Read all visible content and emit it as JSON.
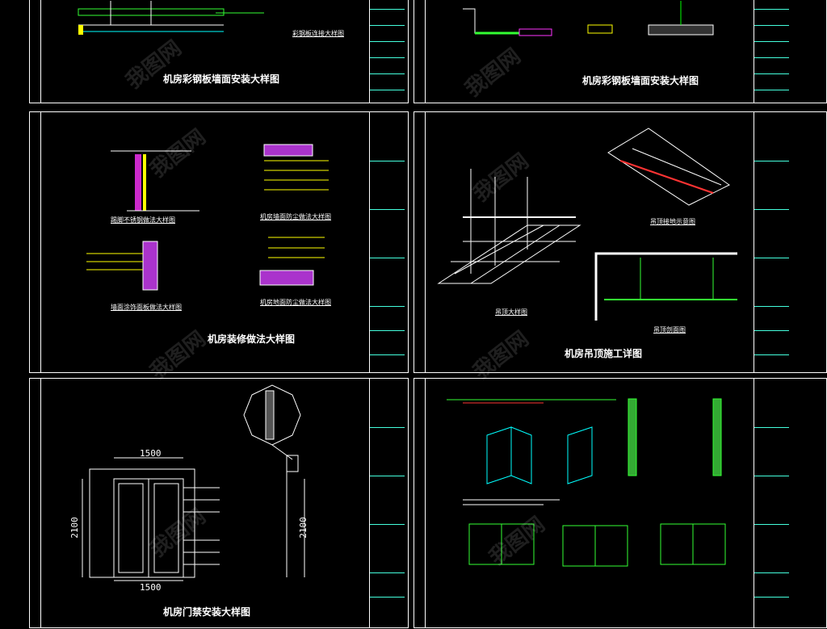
{
  "sheets": {
    "top_left": {
      "title": "机房彩钢板墙面安装大样图",
      "sub": "彩钢板连接大样图"
    },
    "top_right": {
      "title": "机房彩钢板墙面安装大样图"
    },
    "mid_left": {
      "title": "机房装修做法大样图",
      "subs": [
        "踢脚不锈钢做法大样图",
        "机房墙面防尘做法大样图",
        "墙面涂饰面板做法大样图",
        "机房地面防尘做法大样图"
      ]
    },
    "mid_right": {
      "title": "机房吊顶施工详图",
      "subs": [
        "吊顶大样图",
        "吊顶接地示意图",
        "吊顶剖面图"
      ]
    },
    "bot_left": {
      "title": "机房门禁安装大样图",
      "dims": {
        "width_top": "1500",
        "width_bottom": "1500",
        "height_left": "2100",
        "height_right": "2100"
      }
    },
    "bot_right": {
      "title": "机房门禁安装大样图"
    }
  },
  "watermark": "我图网",
  "colors": {
    "frame": "#ffffff",
    "titleblock": "#4ddfdf",
    "accent_green": "#33ff33",
    "accent_yellow": "#ffff00",
    "accent_red": "#ff3333",
    "accent_magenta": "#ff33ff"
  }
}
